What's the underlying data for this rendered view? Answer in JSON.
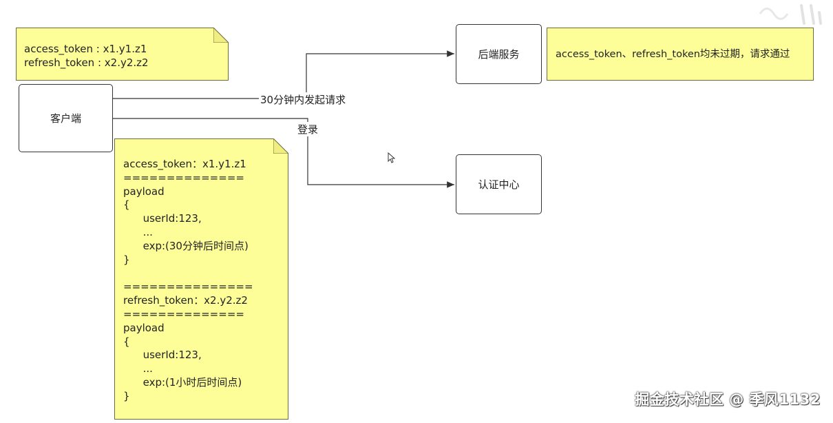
{
  "notes": {
    "token_summary": [
      "access_token : x1.y1.z1",
      "refresh_token : x2.y2.z2"
    ],
    "backend_note": "access_token、refresh_token均未过期，请求通过",
    "payload_detail": [
      "access_token：x1.y1.z1",
      "==============",
      "payload",
      "{",
      "      userId:123,",
      "      ...",
      "      exp:(30分钟后时间点)",
      "}",
      "",
      "===============",
      "refresh_token：x2.y2.z2",
      "==============",
      "payload",
      "{",
      "      userId:123,",
      "      ...",
      "      exp:(1小时后时间点)",
      "}"
    ]
  },
  "boxes": {
    "client": "客户端",
    "backend": "后端服务",
    "auth": "认证中心"
  },
  "edges": {
    "request_label": "30分钟内发起请求",
    "login_label": "登录"
  },
  "watermark": "掘金技术社区 @ 季风1132",
  "colors": {
    "note_fill": "#fefe99",
    "line": "#333333"
  }
}
